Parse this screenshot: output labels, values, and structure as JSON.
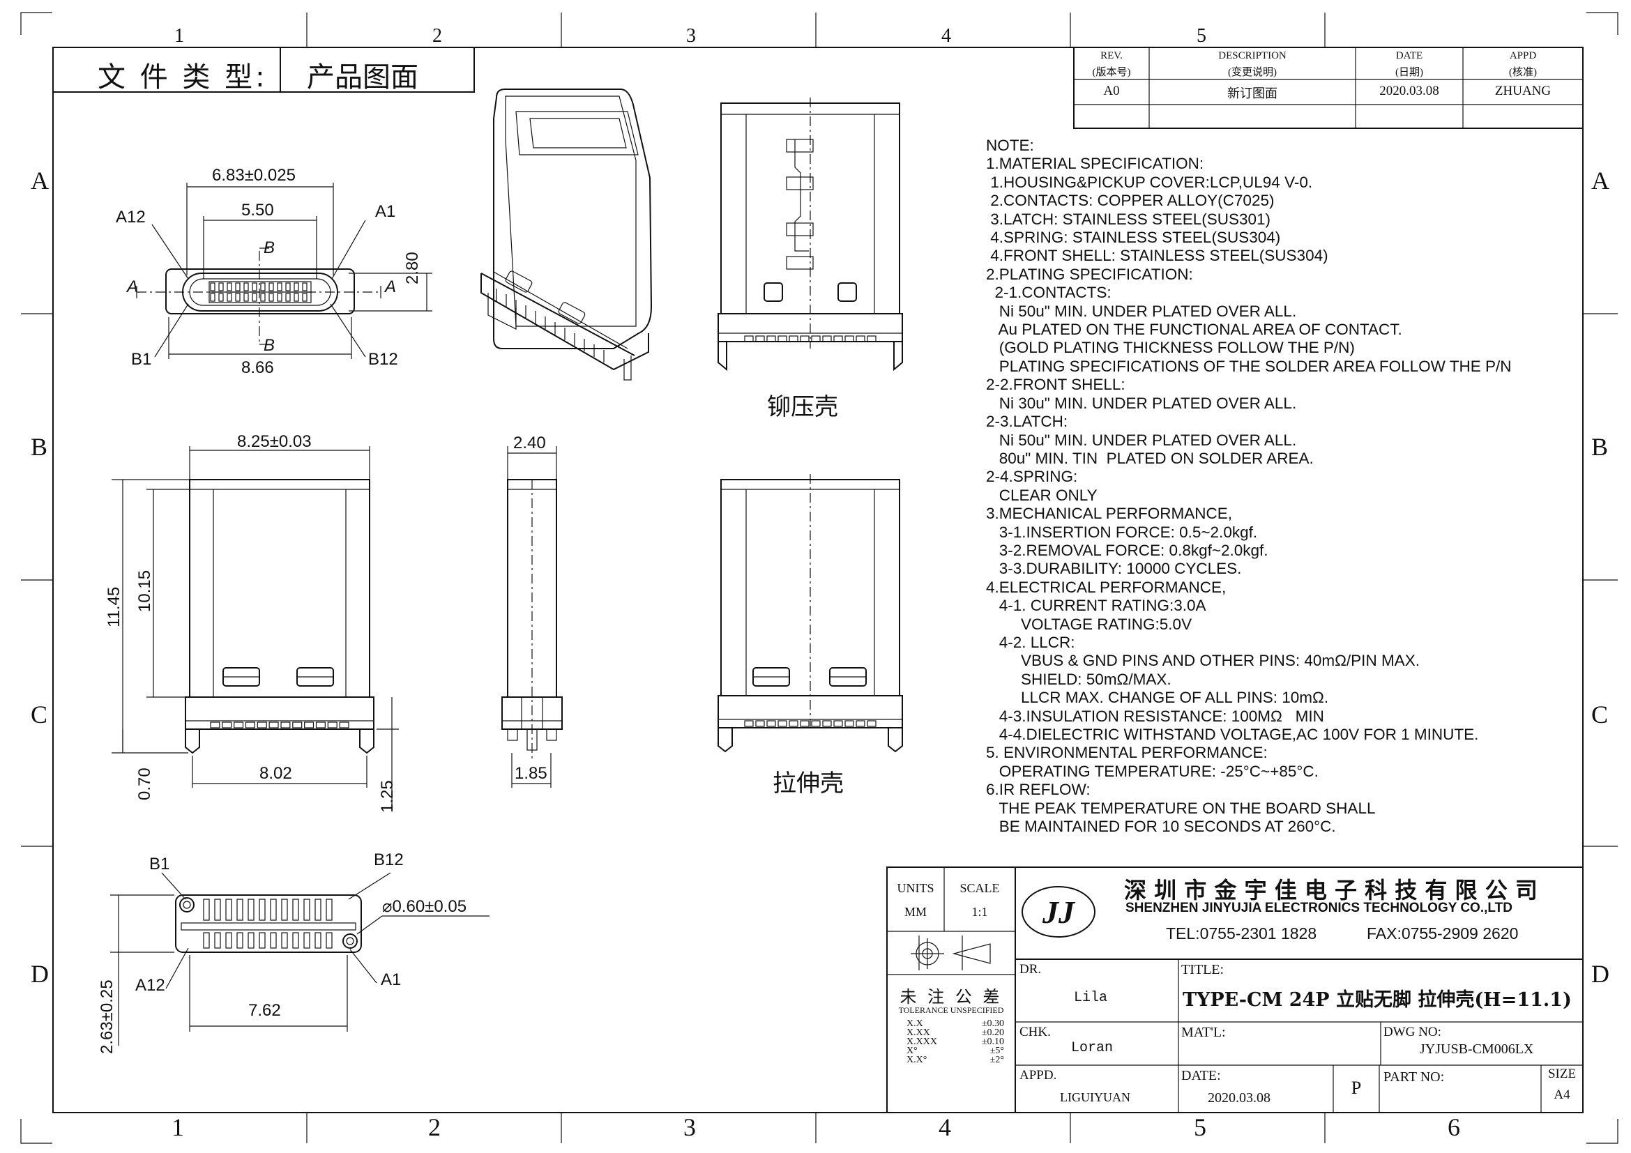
{
  "doc_type": {
    "label": "文 件 类 型:",
    "value": "产品图面"
  },
  "grid": {
    "columns": [
      "1",
      "2",
      "3",
      "4",
      "5",
      "6"
    ],
    "rows": [
      "A",
      "B",
      "C",
      "D"
    ]
  },
  "revision": {
    "headers": [
      {
        "en": "REV.",
        "zh": "(版本号)"
      },
      {
        "en": "DESCRIPTION",
        "zh": "(变更说明)"
      },
      {
        "en": "DATE",
        "zh": "(日期)"
      },
      {
        "en": "APPD",
        "zh": "(核准)"
      }
    ],
    "row": {
      "rev": "A0",
      "desc": "新订图面",
      "date": "2020.03.08",
      "appd": "ZHUANG"
    }
  },
  "notes": [
    "NOTE:",
    "1.MATERIAL SPECIFICATION:",
    " 1.HOUSING&PICKUP COVER:LCP,UL94 V-0.",
    " 2.CONTACTS: COPPER ALLOY(C7025)",
    " 3.LATCH: STAINLESS STEEL(SUS301)",
    " 4.SPRING: STAINLESS STEEL(SUS304)",
    " 4.FRONT SHELL: STAINLESS STEEL(SUS304)",
    "2.PLATING SPECIFICATION:",
    "  2-1.CONTACTS:",
    "   Ni 50u\" MIN. UNDER PLATED OVER ALL.",
    "   Au PLATED ON THE FUNCTIONAL AREA OF CONTACT.",
    "   (GOLD PLATING THICKNESS FOLLOW THE P/N)",
    "   PLATING SPECIFICATIONS OF THE SOLDER AREA FOLLOW THE P/N",
    "2-2.FRONT SHELL:",
    "   Ni 30u\" MIN. UNDER PLATED OVER ALL.",
    "2-3.LATCH:",
    "   Ni 50u\" MIN. UNDER PLATED OVER ALL.",
    "   80u\" MIN. TIN  PLATED ON SOLDER AREA.",
    "2-4.SPRING:",
    "   CLEAR ONLY",
    "3.MECHANICAL PERFORMANCE,",
    "   3-1.INSERTION FORCE: 0.5~2.0kgf.",
    "   3-2.REMOVAL FORCE: 0.8kgf~2.0kgf.",
    "   3-3.DURABILITY: 10000 CYCLES.",
    "4.ELECTRICAL PERFORMANCE,",
    "   4-1. CURRENT RATING:3.0A",
    "        VOLTAGE RATING:5.0V",
    "   4-2. LLCR:",
    "        VBUS & GND PINS AND OTHER PINS: 40mΩ/PIN MAX.",
    "        SHIELD: 50mΩ/MAX.",
    "        LLCR MAX. CHANGE OF ALL PINS: 10mΩ.",
    "   4-3.INSULATION RESISTANCE: 100MΩ   MIN",
    "   4-4.DIELECTRIC WITHSTAND VOLTAGE,AC 100V FOR 1 MINUTE.",
    "5. ENVIRONMENTAL PERFORMANCE:",
    "   OPERATING TEMPERATURE: -25°C~+85°C.",
    "6.IR REFLOW:",
    "   THE PEAK TEMPERATURE ON THE BOARD SHALL",
    "   BE MAINTAINED FOR 10 SECONDS AT 260°C."
  ],
  "front_view": {
    "dims": [
      "6.83±0.025",
      "5.50",
      "2.80",
      "8.66"
    ],
    "labels": [
      "A12",
      "A1",
      "B1",
      "B12",
      "A",
      "A",
      "B",
      "B"
    ]
  },
  "side_view": {
    "dims": [
      "8.25±0.03",
      "11.45",
      "10.15",
      "8.02",
      "0.70",
      "1.25"
    ]
  },
  "profile_view": {
    "dims": [
      "2.40",
      "1.85"
    ]
  },
  "footprint_view": {
    "dims": [
      "⌀0.60±0.05",
      "2.63±0.25",
      "7.62"
    ],
    "labels": [
      "B1",
      "B12",
      "A12",
      "A1"
    ]
  },
  "captions": {
    "riveted": "铆压壳",
    "drawn": "拉伸壳"
  },
  "title_block": {
    "units_label": "UNITS",
    "units_value": "MM",
    "scale_label": "SCALE",
    "scale_value": "1:1",
    "company_cn": "深 圳 市 金 宇 佳 电 子 科 技 有 限 公 司",
    "company_en": "SHENZHEN JINYUJIA ELECTRONICS TECHNOLOGY CO.,LTD",
    "tel": "TEL:0755-2301 1828",
    "fax": "FAX:0755-2909 2620",
    "tol_cn": "未 注 公 差",
    "tol_en": "TOLERANCE UNSPECIFIED",
    "tol_rows": [
      {
        "k": "X.X",
        "v": "±0.30"
      },
      {
        "k": "X.XX",
        "v": "±0.20"
      },
      {
        "k": "X.XXX",
        "v": "±0.10"
      },
      {
        "k": "X°",
        "v": "±5°"
      },
      {
        "k": "X.X°",
        "v": "±2°"
      }
    ],
    "dr_label": "DR.",
    "dr_value": "Lila",
    "chk_label": "CHK.",
    "chk_value": "Loran",
    "appd_label": "APPD.",
    "appd_value": "LIGUIYUAN",
    "title_label": "TITLE:",
    "title_value": "TYPE-CM 24P 立贴无脚 拉伸壳(H=11.1)",
    "matl_label": "MAT'L:",
    "dwg_label": "DWG NO:",
    "dwg_value": "JYJUSB-CM006LX",
    "date_label": "DATE:",
    "date_value": "2020.03.08",
    "page_value": "P",
    "part_label": "PART  NO:",
    "size_label": "SIZE",
    "size_value": "A4"
  }
}
